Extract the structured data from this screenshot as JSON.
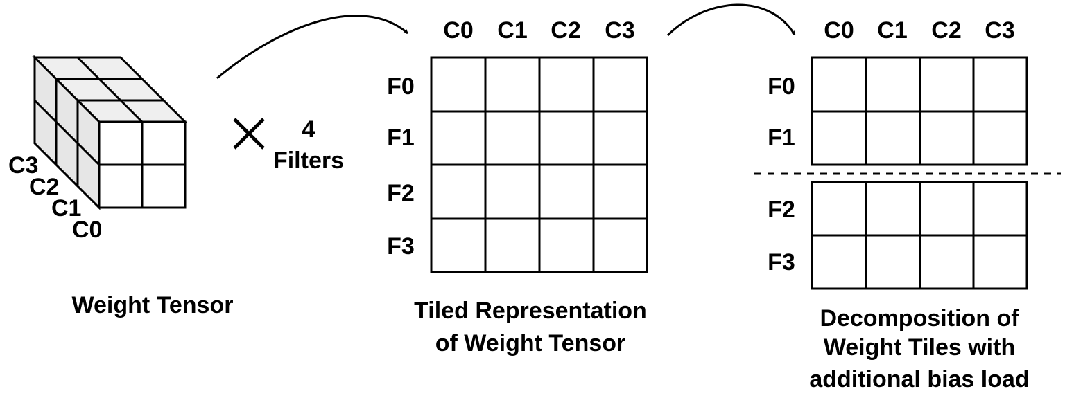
{
  "weight_tensor": {
    "channel_labels": [
      "C3",
      "C2",
      "C1",
      "C0"
    ],
    "multiplier": "4",
    "multiplier_unit": "Filters",
    "caption": "Weight Tensor"
  },
  "tiled": {
    "column_headers": [
      "C0",
      "C1",
      "C2",
      "C3"
    ],
    "row_headers": [
      "F0",
      "F1",
      "F2",
      "F3"
    ],
    "caption_line1": "Tiled Representation",
    "caption_line2": "of Weight Tensor"
  },
  "decomposed": {
    "column_headers": [
      "C0",
      "C1",
      "C2",
      "C3"
    ],
    "top_row_headers": [
      "F0",
      "F1"
    ],
    "bottom_row_headers": [
      "F2",
      "F3"
    ],
    "caption_line1": "Decomposition of",
    "caption_line2": "Weight Tiles with",
    "caption_line3": "additional bias load"
  }
}
